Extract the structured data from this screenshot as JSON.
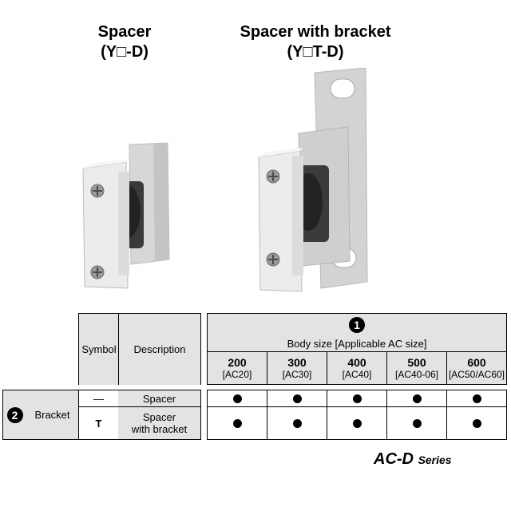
{
  "captions": {
    "spacer": {
      "title": "Spacer",
      "code": "(Y□-D)"
    },
    "spacer_bracket": {
      "title": "Spacer with bracket",
      "code": "(Y□T-D)"
    }
  },
  "table": {
    "header": {
      "symbol": "Symbol",
      "description": "Description",
      "badge": "1",
      "body_size": "Body size [Applicable AC size]",
      "sizes": [
        {
          "num": "200",
          "ac": "[AC20]"
        },
        {
          "num": "300",
          "ac": "[AC30]"
        },
        {
          "num": "400",
          "ac": "[AC40]"
        },
        {
          "num": "500",
          "ac": "[AC40-06]"
        },
        {
          "num": "600",
          "ac": "[AC50/AC60]"
        }
      ]
    },
    "group": {
      "badge": "2",
      "label": "Bracket"
    },
    "rows": [
      {
        "symbol": "—",
        "desc1": "Spacer",
        "desc2": "",
        "marks": [
          true,
          true,
          true,
          true,
          true
        ]
      },
      {
        "symbol": "T",
        "desc1": "Spacer",
        "desc2": "with bracket",
        "marks": [
          true,
          true,
          true,
          true,
          true
        ]
      }
    ]
  },
  "series": {
    "name": "AC-D",
    "suffix": "Series"
  }
}
